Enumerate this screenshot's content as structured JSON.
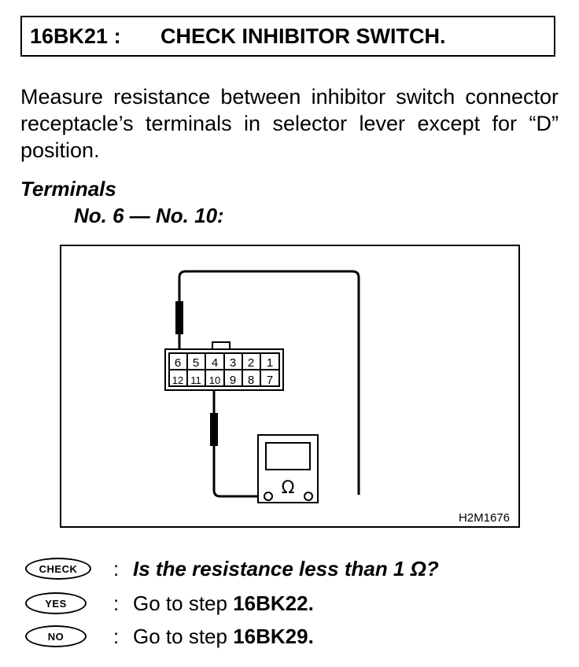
{
  "header": {
    "code": "16BK21 :",
    "title": "CHECK INHIBITOR SWITCH."
  },
  "instruction": "Measure resistance between inhibitor switch connector receptacle’s terminals in selector lever except for “D” position.",
  "terminals": {
    "heading": "Terminals",
    "pair": "No. 6 — No. 10:"
  },
  "diagram": {
    "connector_top_row": [
      "6",
      "5",
      "4",
      "3",
      "2",
      "1"
    ],
    "connector_bottom_row": [
      "12",
      "11",
      "10",
      "9",
      "8",
      "7"
    ],
    "meter_symbol": "Ω",
    "figure_id": "H2M1676"
  },
  "check": {
    "badge": "CHECK",
    "colon": ":",
    "question": "Is the resistance less than 1 Ω?"
  },
  "yes": {
    "badge": "YES",
    "colon": ":",
    "prefix": "Go to step ",
    "step": "16BK22",
    "suffix": "."
  },
  "no": {
    "badge": "NO",
    "colon": ":",
    "prefix": "Go to step ",
    "step": "16BK29",
    "suffix": "."
  }
}
